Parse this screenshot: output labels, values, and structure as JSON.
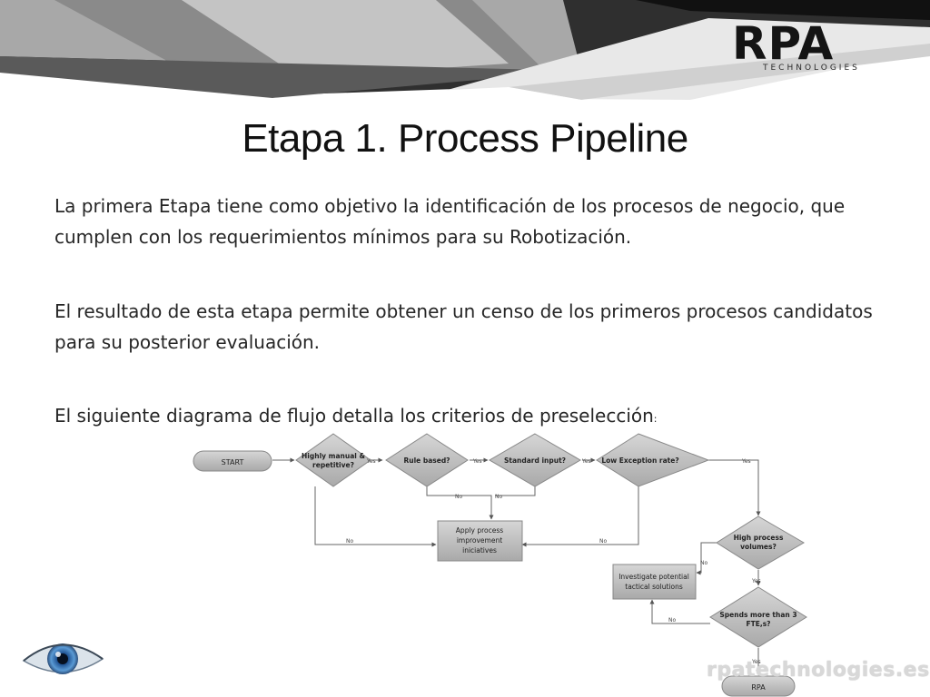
{
  "header": {
    "logo_text": "RPA",
    "logo_subtext": "TECHNOLOGIES"
  },
  "title": "Etapa 1. Process Pipeline",
  "paragraphs": {
    "p1": "La primera Etapa tiene como objetivo la identificación de los procesos de negocio, que cumplen con los requerimientos mínimos para su Robotización.",
    "p2": "El resultado de esta etapa permite obtener un censo de los primeros procesos candidatos para su posterior evaluación.",
    "p3_main": "El siguiente diagrama de flujo detalla los criterios de preselección",
    "p3_colon": ":"
  },
  "flowchart": {
    "start": "START",
    "highly_manual_line1": "Highly manual &",
    "highly_manual_line2": "repetitive?",
    "rule_based": "Rule based?",
    "standard_input": "Standard input?",
    "low_exception": "Low Exception rate?",
    "apply_line1": "Apply process",
    "apply_line2": "improvement",
    "apply_line3": "iniciatives",
    "high_volumes_line1": "High process",
    "high_volumes_line2": "volumes?",
    "investigate_line1": "Investigate potential",
    "investigate_line2": "tactical solutions",
    "spends_line1": "Spends more than 3",
    "spends_line2": "FTE,s?",
    "rpa": "RPA",
    "yes": "Yes",
    "no": "No"
  },
  "watermark": "rpatechnologies.es"
}
